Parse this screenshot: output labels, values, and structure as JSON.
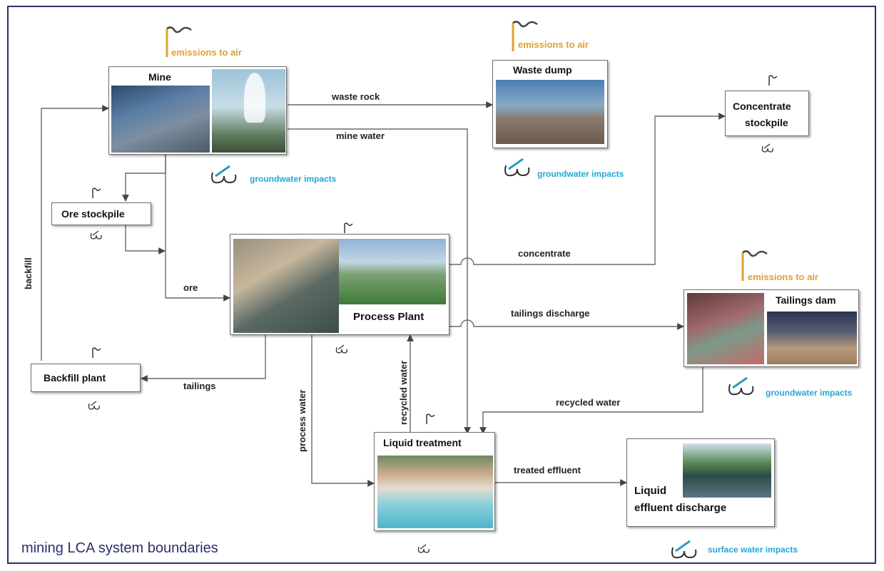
{
  "caption": "mining LCA system boundaries",
  "nodes": {
    "mine": "Mine",
    "waste_dump": "Waste dump",
    "concentrate_stockpile_line1": "Concentrate",
    "concentrate_stockpile_line2": "stockpile",
    "ore_stockpile": "Ore stockpile",
    "process_plant": "Process Plant",
    "tailings_dam": "Tailings dam",
    "backfill_plant": "Backfill plant",
    "liquid_treatment": "Liquid treatment",
    "liquid_effluent_line1": "Liquid",
    "liquid_effluent_line2": "effluent discharge"
  },
  "flows": {
    "waste_rock": "waste rock",
    "mine_water": "mine water",
    "concentrate": "concentrate",
    "ore": "ore",
    "backfill": "backfill",
    "tailings_discharge": "tailings discharge",
    "tailings": "tailings",
    "process_water": "process water",
    "recycled_water_vertical": "recycled water",
    "recycled_water": "recycled water",
    "treated_effluent": "treated effluent"
  },
  "impacts": {
    "emissions_to_air": "emissions to air",
    "groundwater_impacts": "groundwater impacts",
    "surface_water_impacts": "surface water impacts"
  },
  "colors": {
    "frame": "#2a2f6b",
    "emissions": "#e0a030",
    "water_impacts": "#22a7d4",
    "arrows": "#666666"
  }
}
